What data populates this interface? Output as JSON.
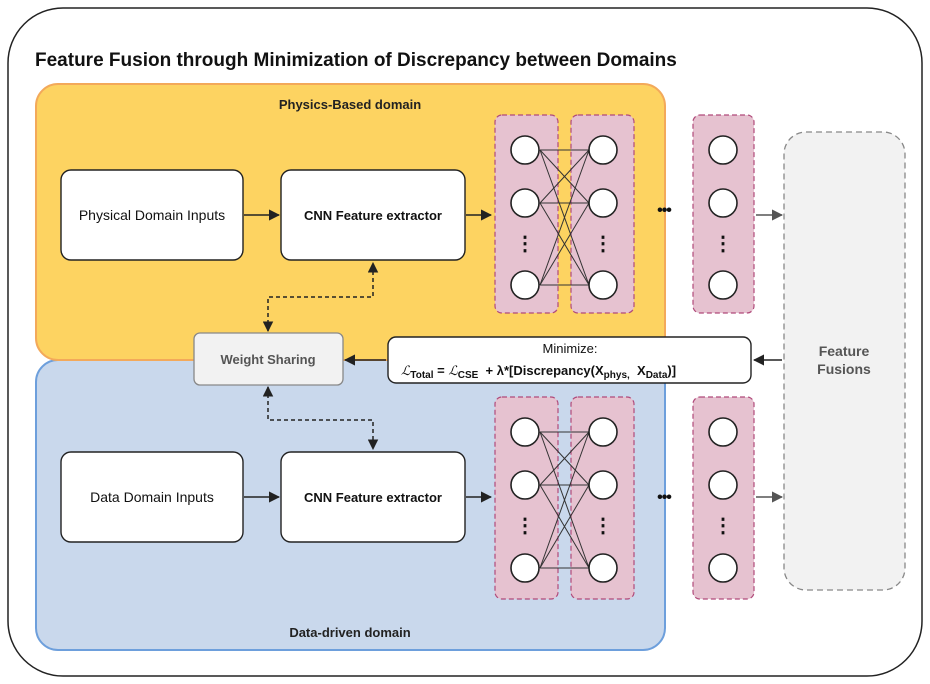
{
  "title": "Feature Fusion through Minimization of Discrepancy between Domains",
  "physics_domain": {
    "label": "Physics-Based domain",
    "input_label": "Physical Domain Inputs",
    "extractor_label": "CNN Feature extractor",
    "fill": "#fdd361",
    "border": "#f3a95a"
  },
  "data_domain": {
    "label": "Data-driven domain",
    "input_label": "Data Domain Inputs",
    "extractor_label": "CNN Feature extractor",
    "fill": "#c9d8ec",
    "border": "#6d9fdc"
  },
  "weight_sharing": {
    "label": "Weight Sharing"
  },
  "minimize": {
    "label": "Minimize:",
    "formula": {
      "lhs_script": "ℒ",
      "lhs_sub": "Total",
      "eq": " = ",
      "cse_script": "ℒ",
      "cse_sub": "CSE",
      "plus": "  + λ*[Discrepancy(X",
      "phys_sub": "phys,",
      "sep": "  X",
      "data_sub": "Data",
      "close": ")]"
    }
  },
  "feature_fusions": {
    "line1": "Feature",
    "line2": "Fusions"
  },
  "ellipsis": "•••",
  "vertical_dots": "⋮",
  "colors": {
    "column_fill": "#e6c2d0",
    "column_border": "#b04a7a"
  }
}
